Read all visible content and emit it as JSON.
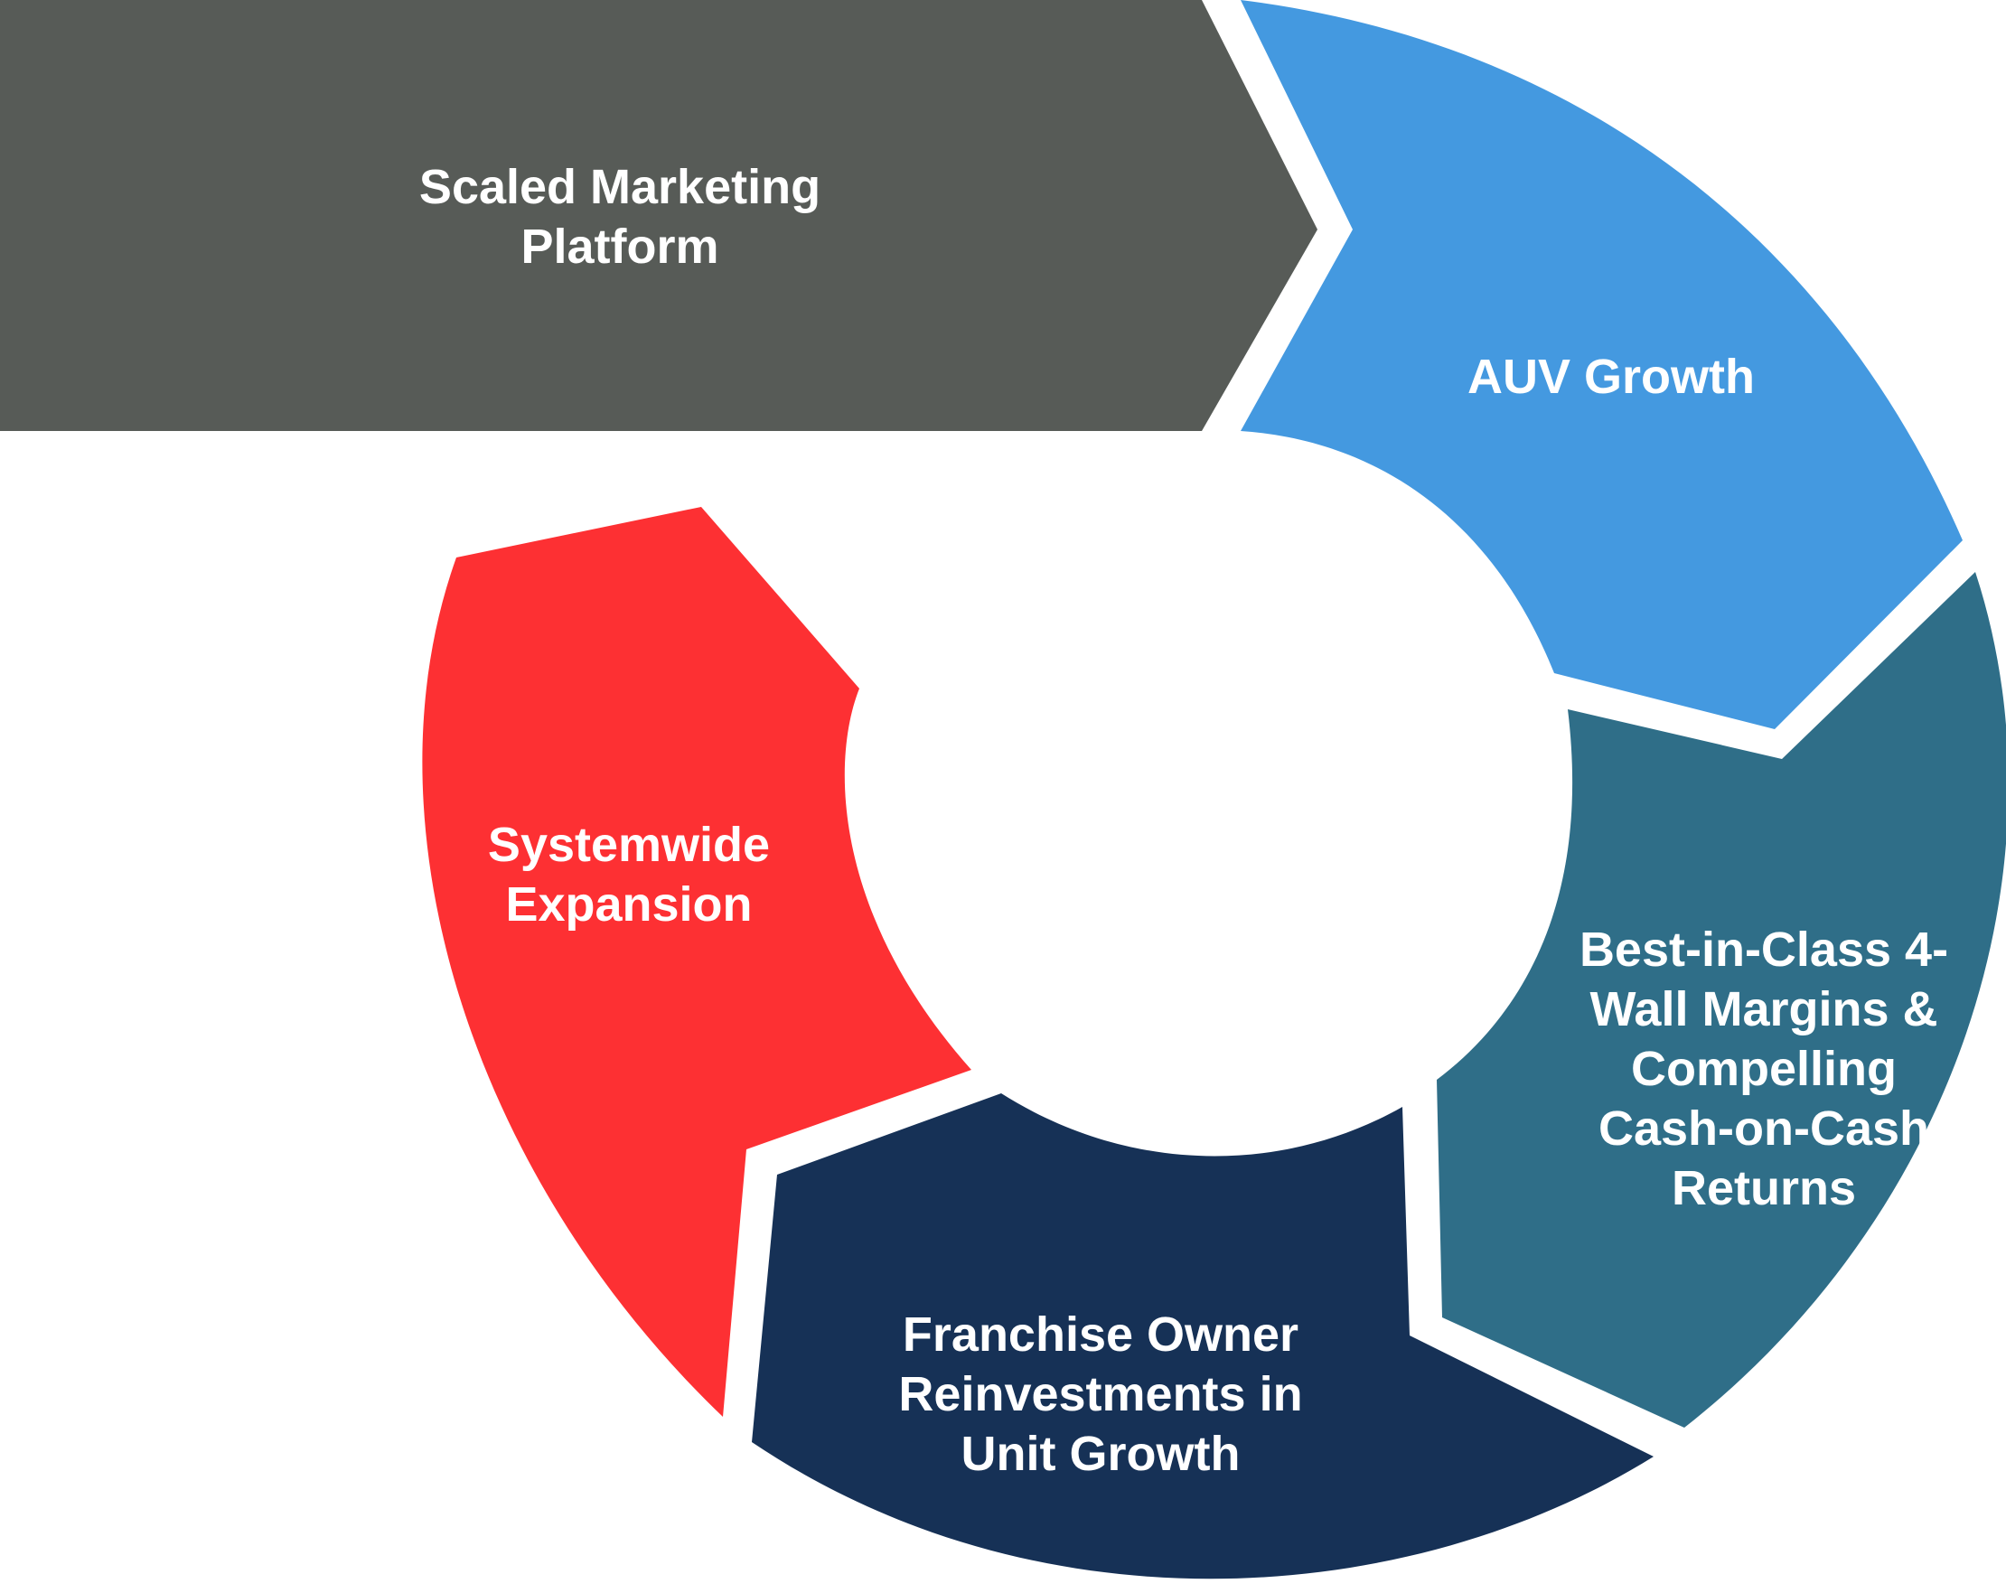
{
  "colors": {
    "marketing": "#575b57",
    "auv": "#4499e0",
    "margins": "#2f6e88",
    "franchise": "#163156",
    "expansion": "#fd3033",
    "text": "#ffffff"
  },
  "segments": {
    "marketing": {
      "lines": [
        "Scaled Marketing",
        "Platform"
      ]
    },
    "auv": {
      "lines": [
        "AUV Growth"
      ]
    },
    "margins": {
      "lines": [
        "Best-in-Class 4-",
        "Wall Margins &",
        "Compelling",
        "Cash-on-Cash",
        "Returns"
      ]
    },
    "franchise": {
      "lines": [
        "Franchise Owner",
        "Reinvestments in",
        "Unit Growth"
      ]
    },
    "expansion": {
      "lines": [
        "Systemwide",
        "Expansion"
      ]
    }
  }
}
